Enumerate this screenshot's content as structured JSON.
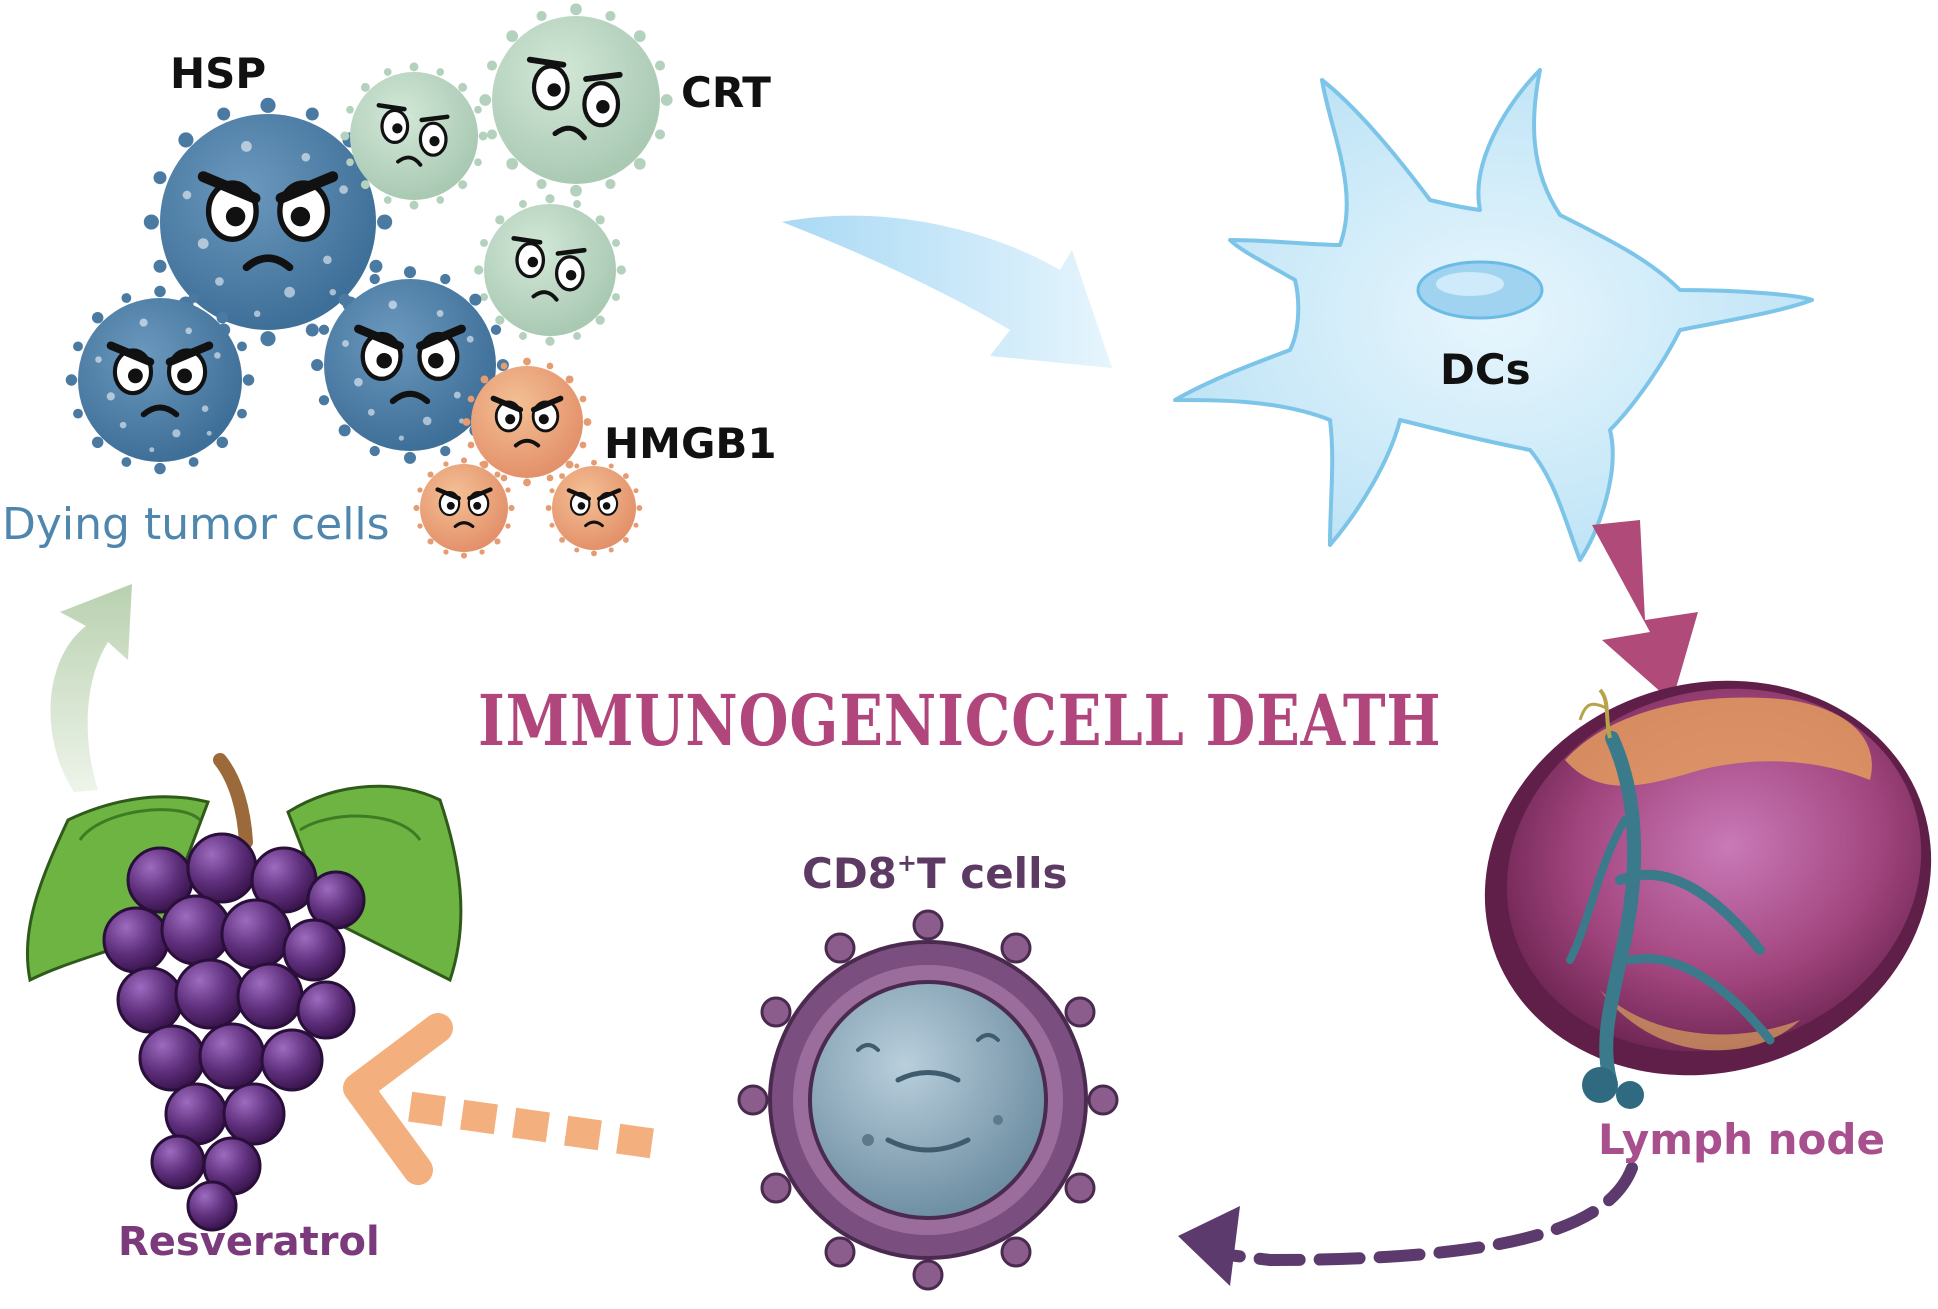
{
  "labels": {
    "dying_tumor_cells": "Dying tumor cells",
    "hsp": "HSP",
    "crt": "CRT",
    "hmgb1": "HMGB1",
    "dcs": "DCs",
    "cd8_prefix": "CD8",
    "cd8_sup": "+",
    "cd8_suffix": "T cells",
    "lymph_node": "Lymph node",
    "resveratrol": "Resveratrol",
    "title": "IMMUNOGENICCELL DEATH"
  },
  "colors": {
    "tumor_blue": "#4f7fa6",
    "tumor_green": "#bcd8c4",
    "tumor_orange": "#eba878",
    "dc_fill": "#cdeaf8",
    "dc_outline": "#7cc4e8",
    "arrow_blue": "#bfe3f7",
    "arrow_magenta": "#b04a78",
    "arrow_purple": "#5c3a6e",
    "arrow_orange": "#f3b07e",
    "arrow_green": "#c5d9bf",
    "title": "#b0467b",
    "grape": "#5a2f70",
    "leaf": "#6eb442"
  },
  "icons": {
    "tumor_cell": "angry-spiky-cell-icon",
    "dendritic_cell": "dendritic-cell-icon",
    "lymph_node": "lymph-node-icon",
    "t_cell": "t-cell-icon",
    "grapes": "grape-bunch-icon"
  }
}
